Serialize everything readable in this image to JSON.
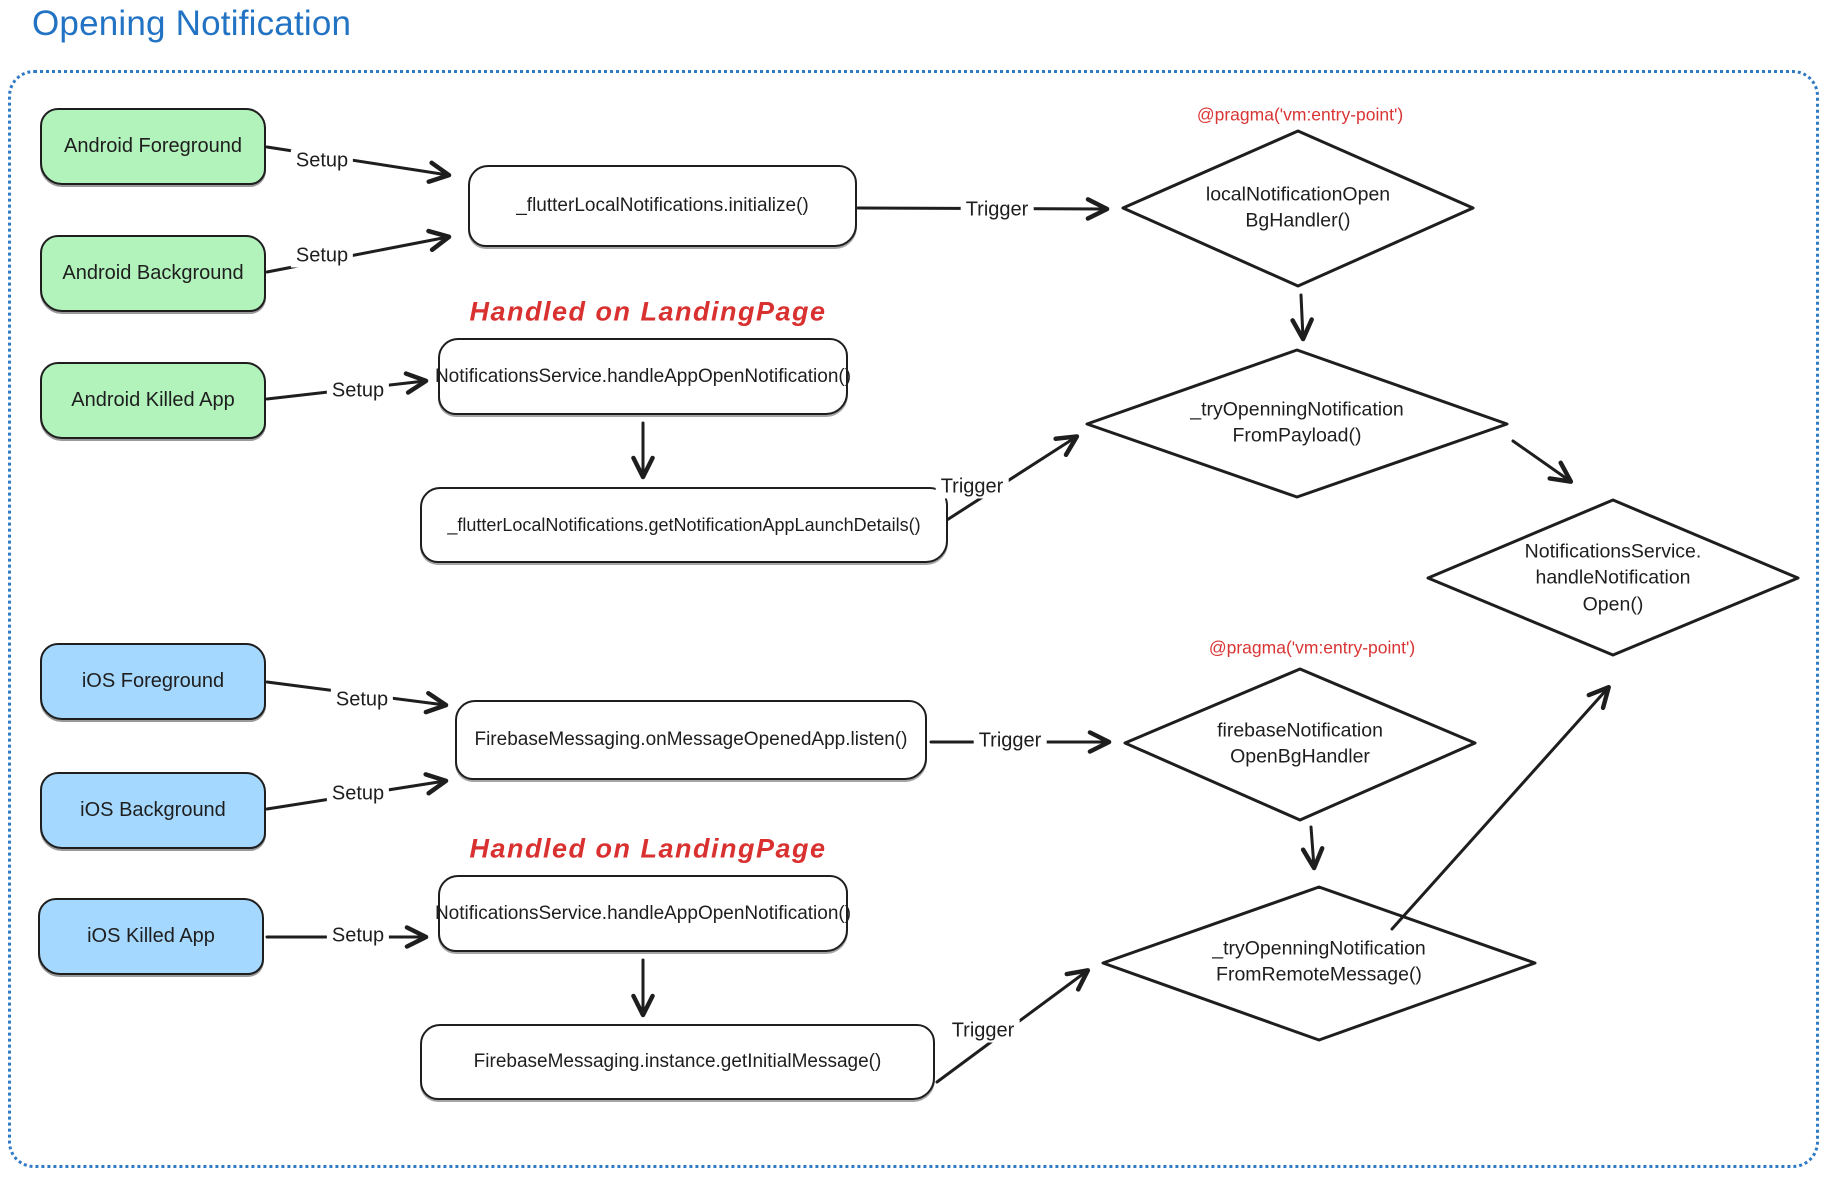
{
  "title": "Opening Notification",
  "colors": {
    "title_blue": "#2273c3",
    "frame_blue": "#2e7ac5",
    "annotation_red": "#d93535",
    "android_fill": "#b2f2bb",
    "ios_fill": "#a5d8ff",
    "stroke": "#1e1e1e"
  },
  "annotations": {
    "pragma": "@pragma('vm:entry-point')",
    "handled": "Handled on LandingPage"
  },
  "edge_labels": {
    "setup": "Setup",
    "trigger": "Trigger"
  },
  "platform_nodes": {
    "android_foreground": "Android Foreground",
    "android_background": "Android Background",
    "android_killed": "Android Killed App",
    "ios_foreground": "iOS Foreground",
    "ios_background": "iOS Background",
    "ios_killed": "iOS Killed App"
  },
  "process_nodes": {
    "init": "_flutterLocalNotifications.initialize()",
    "handle_open_android": "NotificationsService.handleAppOpenNotification()",
    "launch_details": "_flutterLocalNotifications.getNotificationAppLaunchDetails()",
    "on_message_opened": "FirebaseMessaging.onMessageOpenedApp.listen()",
    "handle_open_ios": "NotificationsService.handleAppOpenNotification()",
    "get_initial_message": "FirebaseMessaging.instance.getInitialMessage()"
  },
  "decision_nodes": {
    "local_bg_handler": "localNotificationOpen\nBgHandler()",
    "try_payload": "_tryOpenningNotification\nFromPayload()",
    "handle_notification_open": "NotificationsService.\nhandleNotification\nOpen()",
    "firebase_bg_handler": "firebaseNotification\nOpenBgHandler",
    "try_remote": "_tryOpenningNotification\nFromRemoteMessage()"
  }
}
